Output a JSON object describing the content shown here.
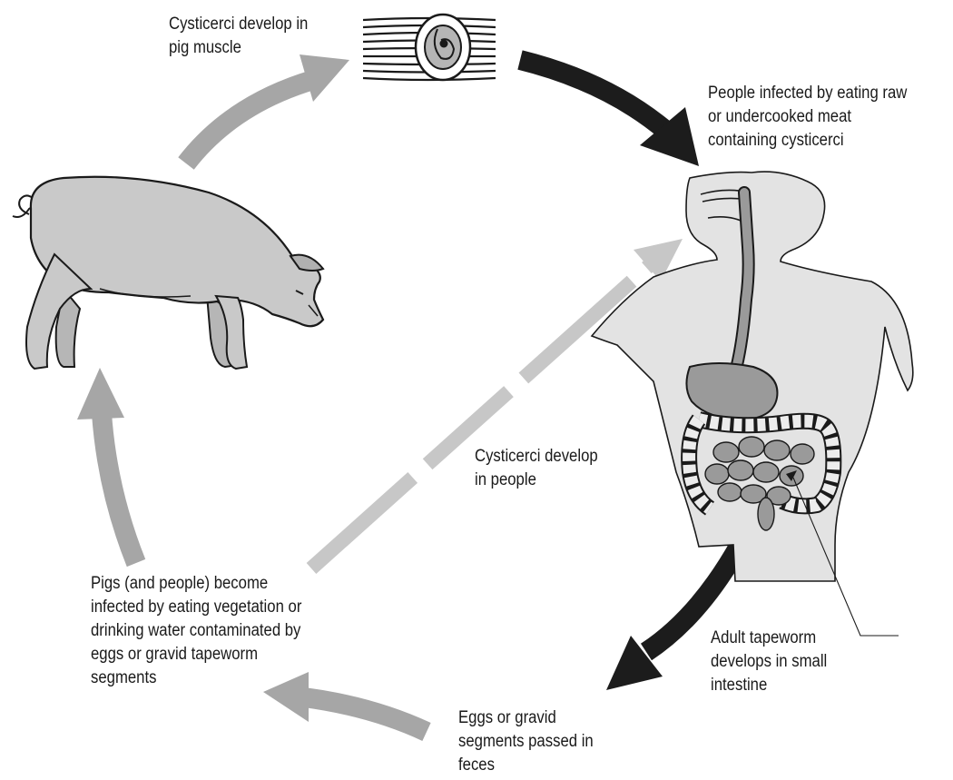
{
  "labels": {
    "pig_muscle": [
      "Cysticerci develop in",
      "pig muscle"
    ],
    "people_infected": [
      "People infected by eating raw",
      "or undercooked meat",
      "containing cysticerci"
    ],
    "develop_in_people": [
      "Cysticerci develop",
      "in people"
    ],
    "pigs_infected": [
      "Pigs (and people) become",
      "infected by eating vegetation or",
      "drinking water contaminated by",
      "eggs or gravid tapeworm",
      "segments"
    ],
    "adult_tapeworm": [
      "Adult tapeworm",
      "develops in small",
      "intestine"
    ],
    "eggs_passed": [
      "Eggs or gravid",
      "segments passed in",
      "feces"
    ]
  },
  "colors": {
    "arrow_dark": "#1c1c1c",
    "arrow_gray": "#a6a6a6",
    "arrow_light": "#c7c7c7",
    "body_fill": "#e3e3e3",
    "organ_fill": "#9a9a9a",
    "pig_fill": "#c9c9c9"
  }
}
